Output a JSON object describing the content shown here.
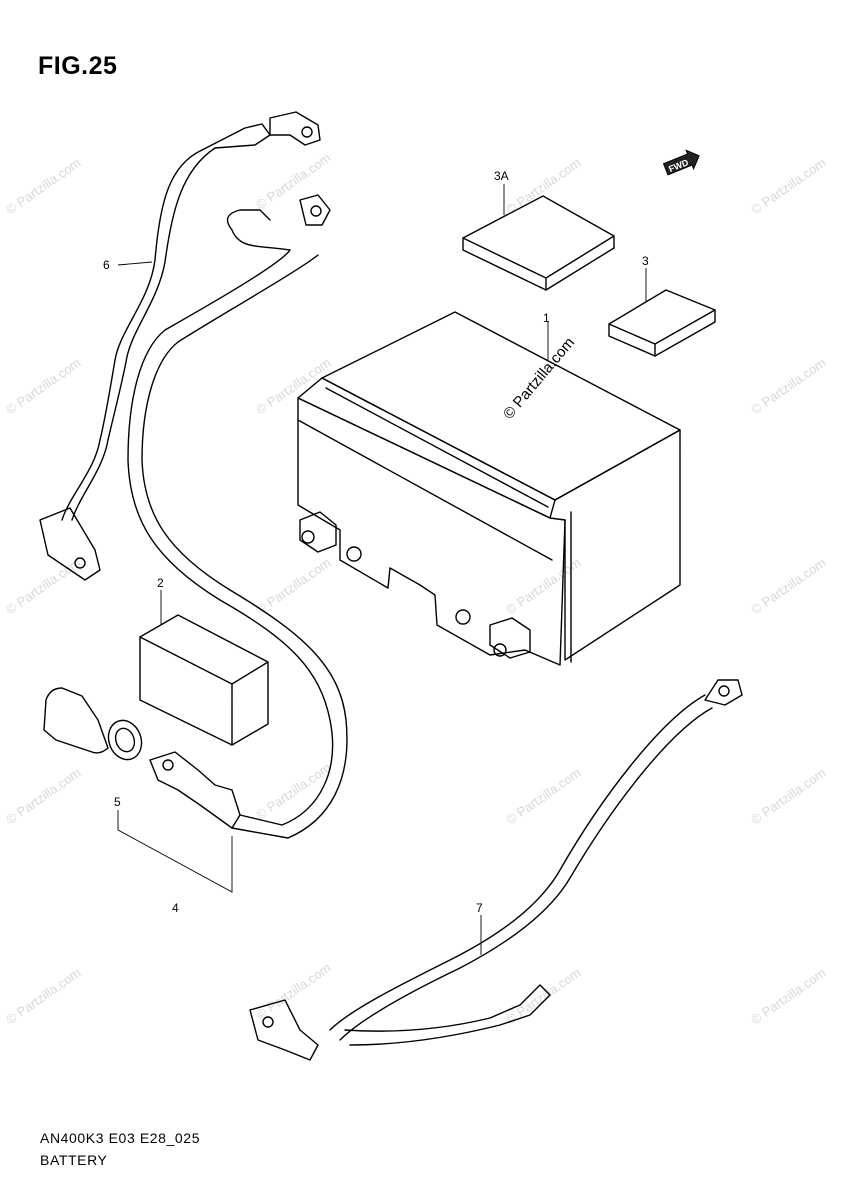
{
  "figure": {
    "title": "FIG.25"
  },
  "direction_badge": {
    "text": "FWD"
  },
  "callouts": [
    {
      "id": "1",
      "text": "1"
    },
    {
      "id": "2",
      "text": "2"
    },
    {
      "id": "3",
      "text": "3"
    },
    {
      "id": "3A",
      "text": "3A"
    },
    {
      "id": "4",
      "text": "4"
    },
    {
      "id": "5",
      "text": "5"
    },
    {
      "id": "6",
      "text": "6"
    },
    {
      "id": "7",
      "text": "7"
    }
  ],
  "watermark": {
    "text": "© Partzilla.com",
    "center_text": "© Partzilla.com"
  },
  "footer": {
    "code": "AN400K3 E03 E28_025",
    "name": "BATTERY"
  }
}
